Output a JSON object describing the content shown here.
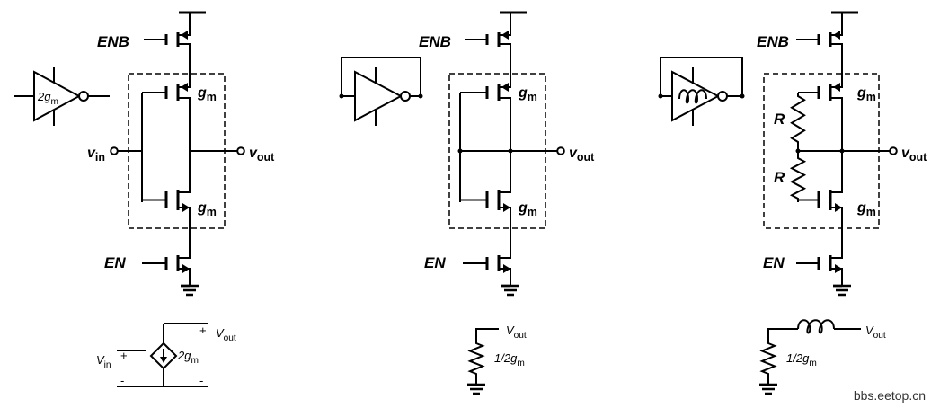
{
  "labels": {
    "enb": "ENB",
    "en": "EN",
    "gm": "g",
    "gm_sub": "m",
    "vin": "v",
    "vin_sub": "in",
    "vout": "v",
    "vout_sub": "out",
    "vout_small": "V",
    "vout_small_sub": "out",
    "vin_small": "V",
    "vin_small_sub": "in",
    "two_gm_prefix": "2",
    "half_gm": "1/2g",
    "resistor": "R",
    "plus": "+",
    "minus": "-"
  },
  "watermark": "bbs.eetop.cn"
}
